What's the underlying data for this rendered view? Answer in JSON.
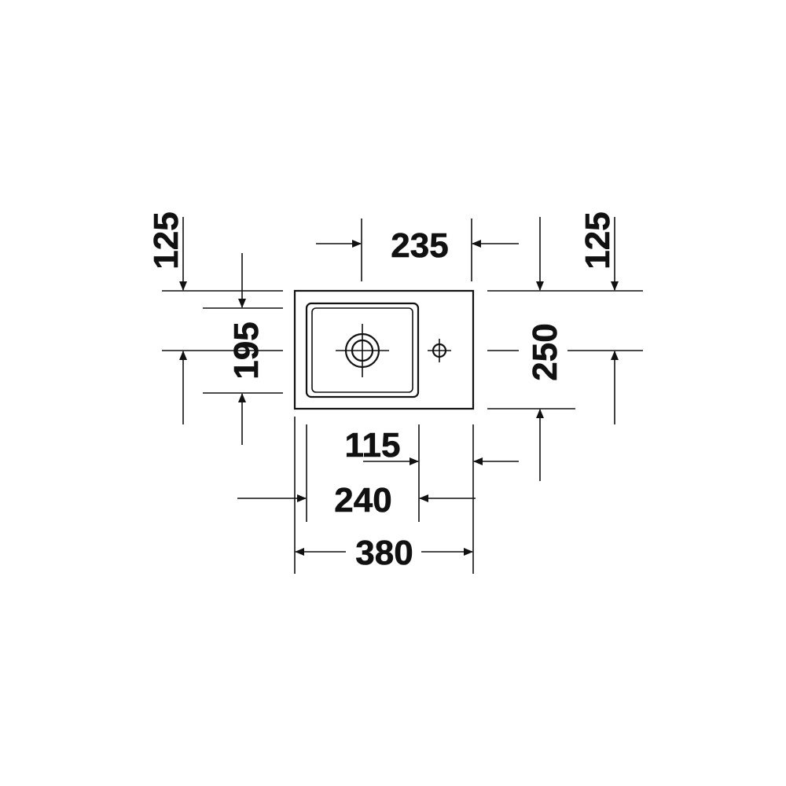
{
  "drawing": {
    "line_color": "#111111",
    "background": "#ffffff"
  },
  "dimensions": {
    "top_left_offset": "125",
    "top_width": "235",
    "top_right_offset": "125",
    "left_height": "195",
    "right_height": "250",
    "inner_offset": "115",
    "bowl_width": "240",
    "overall_width": "380"
  }
}
